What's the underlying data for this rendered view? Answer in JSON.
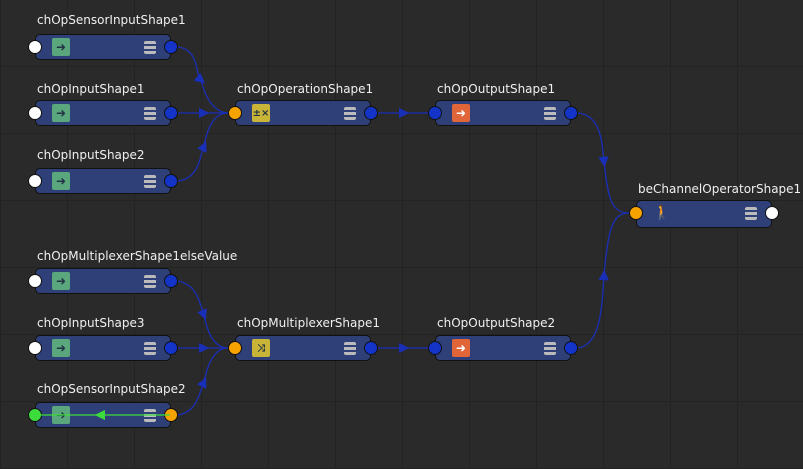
{
  "nodes": {
    "sensor1": {
      "label": "chOpSensorInputShape1",
      "icon": "sensor-input-icon"
    },
    "input1": {
      "label": "chOpInputShape1",
      "icon": "input-icon"
    },
    "input2": {
      "label": "chOpInputShape2",
      "icon": "input-icon"
    },
    "operation": {
      "label": "chOpOperationShape1",
      "icon": "calculator-icon"
    },
    "output1": {
      "label": "chOpOutputShape1",
      "icon": "output-icon"
    },
    "be": {
      "label": "beChannelOperatorShape1",
      "icon": "character-icon"
    },
    "muxElse": {
      "label": "chOpMultiplexerShape1elseValue",
      "icon": "input-icon"
    },
    "input3": {
      "label": "chOpInputShape3",
      "icon": "input-icon"
    },
    "sensor2": {
      "label": "chOpSensorInputShape2",
      "icon": "sensor-input-icon"
    },
    "mux": {
      "label": "chOpMultiplexerShape1",
      "icon": "shuffle-icon"
    },
    "output2": {
      "label": "chOpOutputShape2",
      "icon": "output-icon"
    }
  },
  "colors": {
    "node": "#2f4078",
    "connection": "#1a2fb8",
    "selected_connection": "#3ddc3d",
    "port_out": "#1434c8",
    "port_in_connected": "#f6a300"
  }
}
